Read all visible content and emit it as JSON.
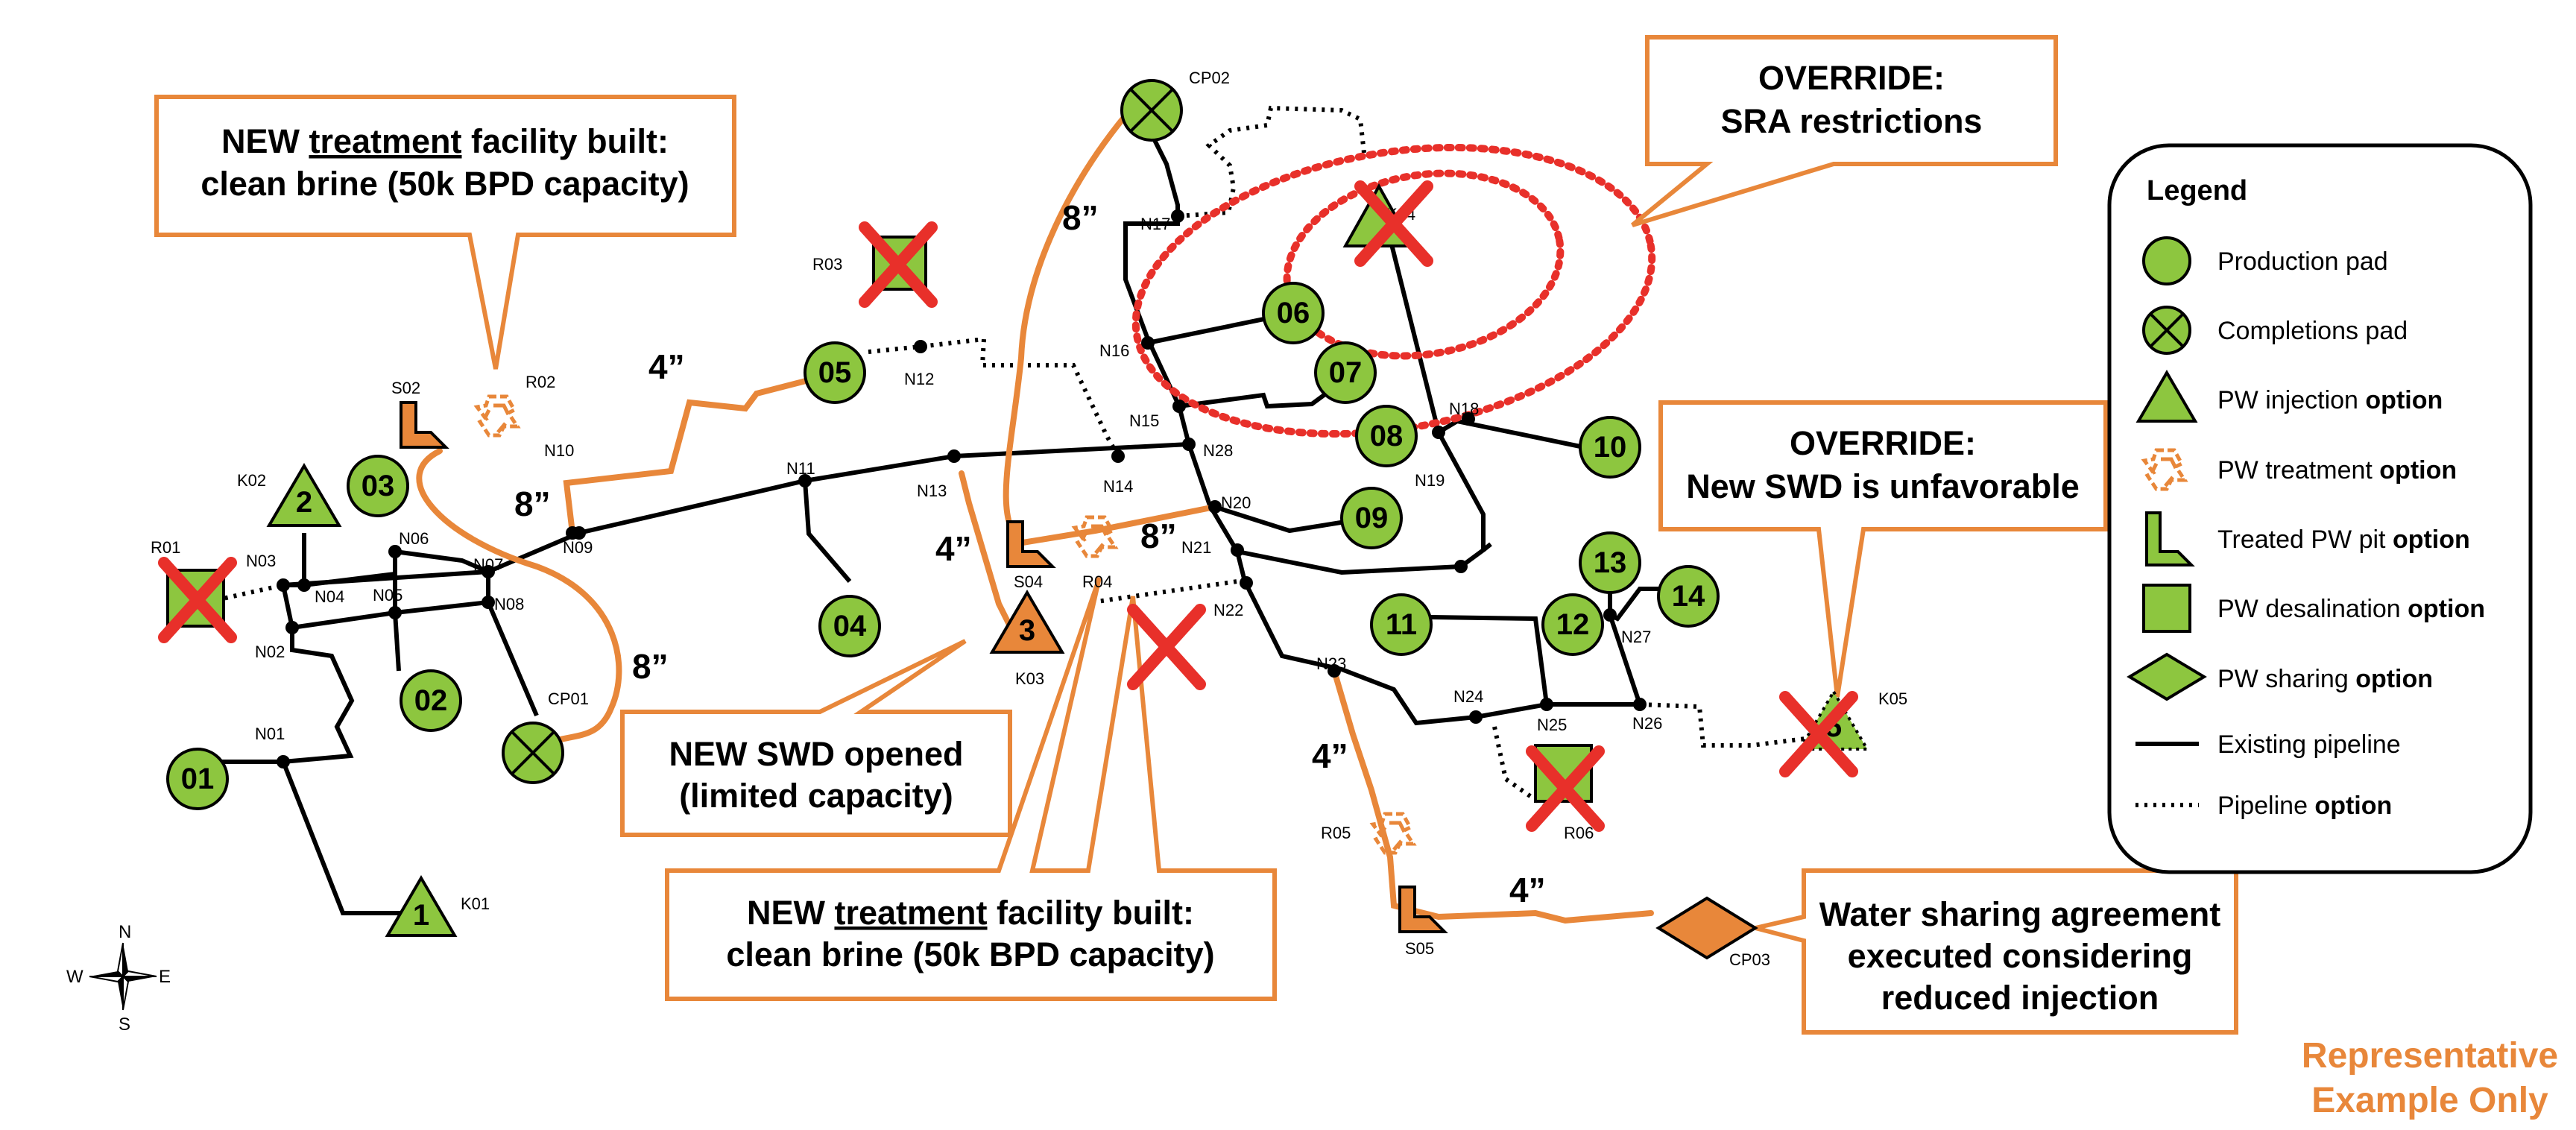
{
  "callouts": {
    "treatment_r02": {
      "line1_pre": "NEW ",
      "line1_u": "treatment",
      "line1_post": " facility built:",
      "line2": "clean brine (50k BPD capacity)"
    },
    "override_sra": {
      "line1": "OVERRIDE:",
      "line2": "SRA restrictions"
    },
    "override_swd": {
      "line1": "OVERRIDE:",
      "line2": "New SWD is unfavorable"
    },
    "swd_opened": {
      "line1": "NEW SWD opened",
      "line2": "(limited capacity)"
    },
    "treatment_r04": {
      "line1_pre": "NEW ",
      "line1_u": "treatment",
      "line1_post": " facility built:",
      "line2": "clean brine (50k BPD capacity)"
    },
    "water_sharing": {
      "line1": "Water sharing agreement",
      "line2": "executed considering",
      "line3": "reduced injection"
    }
  },
  "legend": {
    "title": "Legend",
    "items": [
      {
        "text": "Production pad",
        "bold": ""
      },
      {
        "text": "Completions pad",
        "bold": ""
      },
      {
        "text": "PW injection ",
        "bold": "option"
      },
      {
        "text": "PW treatment ",
        "bold": "option"
      },
      {
        "text": "Treated PW pit ",
        "bold": "option"
      },
      {
        "text": "PW desalination ",
        "bold": "option"
      },
      {
        "text": "PW sharing ",
        "bold": "option"
      },
      {
        "text": "Existing pipeline",
        "bold": ""
      },
      {
        "text": "Pipeline ",
        "bold": "option"
      }
    ]
  },
  "pipe_sizes": {
    "s1": "8”",
    "s2": "4”",
    "s3": "8”",
    "s4": "8”",
    "s5": "4”",
    "s6": "8”",
    "s7": "4”",
    "s8": "4”"
  },
  "disclaimer": {
    "line1": "Representative",
    "line2": "Example Only"
  },
  "compass": {
    "n": "N",
    "s": "S",
    "e": "E",
    "w": "W"
  },
  "production_pads": [
    "01",
    "02",
    "03",
    "04",
    "05",
    "06",
    "07",
    "08",
    "09",
    "10",
    "11",
    "12",
    "13",
    "14"
  ],
  "completion_pads": [
    "CP01",
    "CP02"
  ],
  "sharing_label": "CP03",
  "injection": {
    "k01": "K01",
    "k02": "K02",
    "k03": "K03",
    "k04": "K04",
    "k05": "K05",
    "n1": "1",
    "n2": "2",
    "n3": "3",
    "n5": "5"
  },
  "treatment_labels": {
    "r02": "R02",
    "r04": "R04",
    "r05": "R05"
  },
  "pit_labels": {
    "s02": "S02",
    "s04": "S04",
    "s05": "S05"
  },
  "desal_labels": {
    "r01": "R01",
    "r03": "R03",
    "r06": "R06"
  },
  "nodes": {
    "n01": "N01",
    "n02": "N02",
    "n03": "N03",
    "n04": "N04",
    "n05": "N05",
    "n06": "N06",
    "n07": "N07",
    "n08": "N08",
    "n09": "N09",
    "n10": "N10",
    "n11": "N11",
    "n12": "N12",
    "n13": "N13",
    "n14": "N14",
    "n15": "N15",
    "n16": "N16",
    "n17": "N17",
    "n18": "N18",
    "n19": "N19",
    "n20": "N20",
    "n21": "N21",
    "n22": "N22",
    "n23": "N23",
    "n24": "N24",
    "n25": "N25",
    "n26": "N26",
    "n27": "N27",
    "n28": "N28"
  },
  "colors": {
    "pad_green": "#8DC63F",
    "option_orange": "#E8873A",
    "red_x": "#E8302A",
    "pipe": "#000000"
  }
}
